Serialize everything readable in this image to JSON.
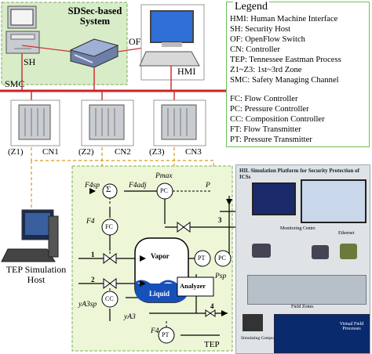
{
  "top": {
    "system_title": "SDSec-based System",
    "of_label": "OF",
    "sh_label": "SH",
    "hmi_label": "HMI",
    "smc_label": "SMC"
  },
  "controllers": [
    {
      "zone": "(Z1)",
      "name": "CN1"
    },
    {
      "zone": "(Z2)",
      "name": "CN2"
    },
    {
      "zone": "(Z3)",
      "name": "CN3"
    }
  ],
  "legend": {
    "title": "Legend",
    "group1": [
      "HMI: Human Machine Interface",
      "SH: Security Host",
      "OF: OpenFlow Switch",
      "CN: Controller",
      "TEP: Tennessee Eastman Process",
      "Z1~Z3: 1st~3rd Zone",
      "SMC: Safety Managing Channel"
    ],
    "group2": [
      "FC: Flow Controller",
      "PC: Pressure Controller",
      "CC: Composition Controller",
      "FT: Flow Transmitter",
      "PT: Pressure Transmitter"
    ]
  },
  "tep": {
    "box_label": "TEP",
    "host_label": "TEP Simulation Host",
    "f4sp": "F4sp",
    "sum": "Σ",
    "f4adj": "F4adj",
    "pmax": "Pmax",
    "p": "P",
    "f4": "F4",
    "fc": "FC",
    "pc_top": "PC",
    "pc_right": "PC",
    "pt_right": "PT",
    "pt_bottom": "PT",
    "cc": "CC",
    "vapor": "Vapor",
    "liquid": "Liquid",
    "analyzer": "Analyzer",
    "psp": "Psp",
    "ya3sp": "yA3sp",
    "ya3": "yA3",
    "f4_bottom": "F4",
    "stream1": "1",
    "stream2": "2",
    "stream3": "3",
    "stream4": "4"
  },
  "hil": {
    "title": "HIL Simulation Platform for Security Protection of ICSs",
    "monitoring": "Monitoring Centre",
    "ethernet": "Ethernet",
    "field_zones": "Field Zones",
    "simulating": "Simulating Computer",
    "virtual_field": "Virtual Field Processes"
  }
}
